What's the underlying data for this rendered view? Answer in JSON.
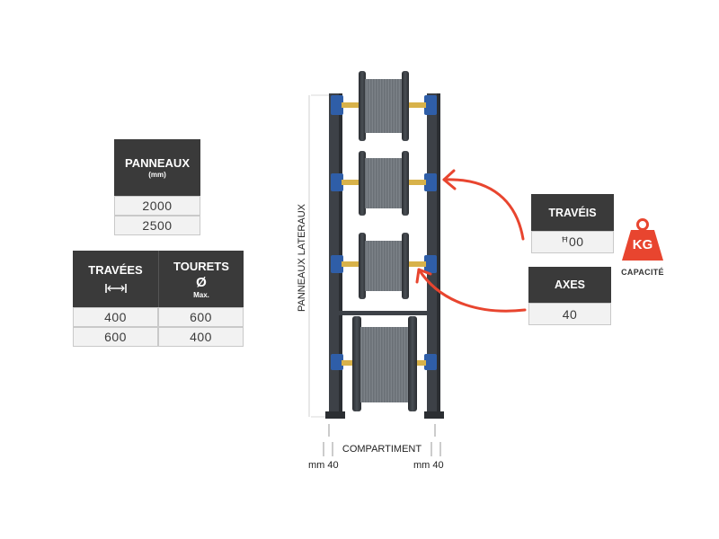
{
  "panneaux_table": {
    "header": "PANNEAUX",
    "unit": "(mm)",
    "values": [
      "2000",
      "2500"
    ]
  },
  "travees_table": {
    "col1_header": "TRAVÉES",
    "col2_header": "TOURETS",
    "col2_symbol": "Ø",
    "col2_sub": "Max.",
    "rows": [
      [
        "400",
        "600"
      ],
      [
        "600",
        "400"
      ]
    ]
  },
  "traveis_box": {
    "header": "TRAVÉIS",
    "value": "ꟸ00"
  },
  "axes_box": {
    "header": "AXES",
    "value": "40"
  },
  "capacity_badge": {
    "icon_text": "KG",
    "label": "CAPACITÉ",
    "color": "#e8452f"
  },
  "dimensions": {
    "vertical_label": "PANNEAUX LATERAUX",
    "compartment_label": "COMPARTIMENT",
    "left_margin": "mm 40",
    "right_margin": "mm 40"
  },
  "colors": {
    "frame": "#3d4147",
    "beam_blue": "#2f5ea8",
    "axle_gold": "#d8b24a",
    "arrow_red": "#e8452f",
    "table_header": "#3a3a3a"
  }
}
